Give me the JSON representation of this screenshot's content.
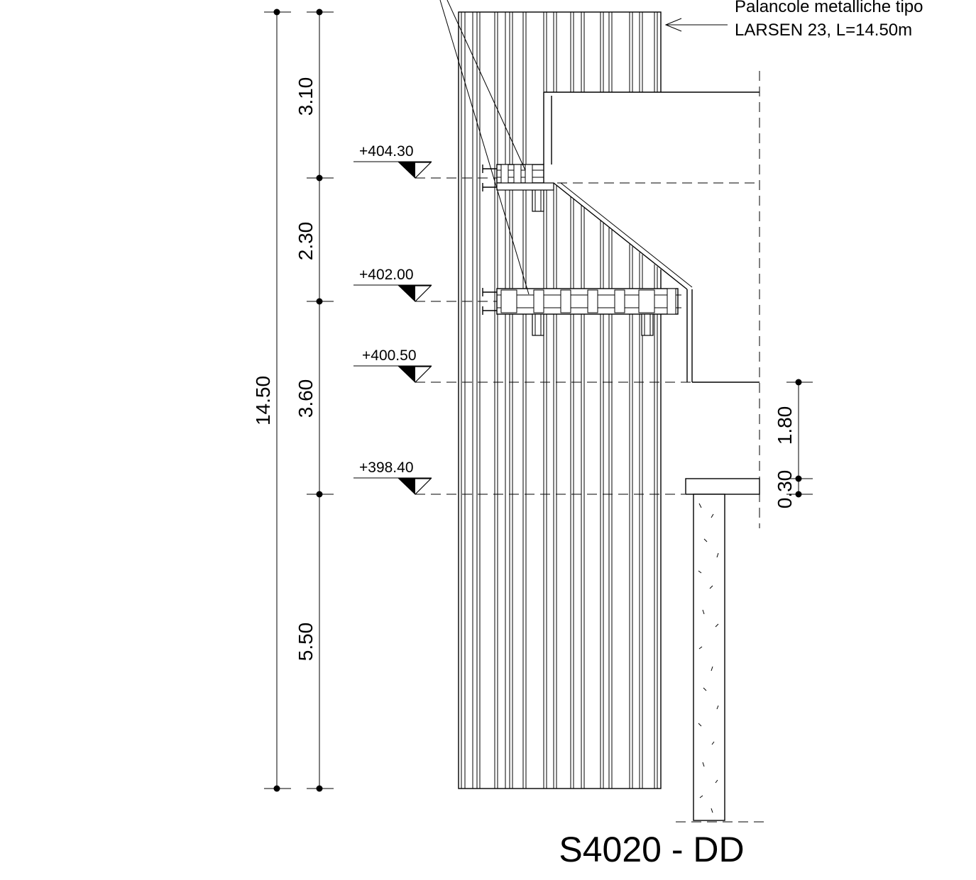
{
  "title": "S4020 - DD",
  "note": {
    "line1": "Palancole metalliche tipo",
    "line2": "LARSEN 23, L=14.50m"
  },
  "levels": [
    "+404.30",
    "+402.00",
    "+400.50",
    "+398.40"
  ],
  "dimensions": {
    "total": "14.50",
    "segments": [
      "3.10",
      "2.30",
      "3.60",
      "5.50"
    ],
    "right": [
      "1.80",
      "0.30"
    ]
  }
}
